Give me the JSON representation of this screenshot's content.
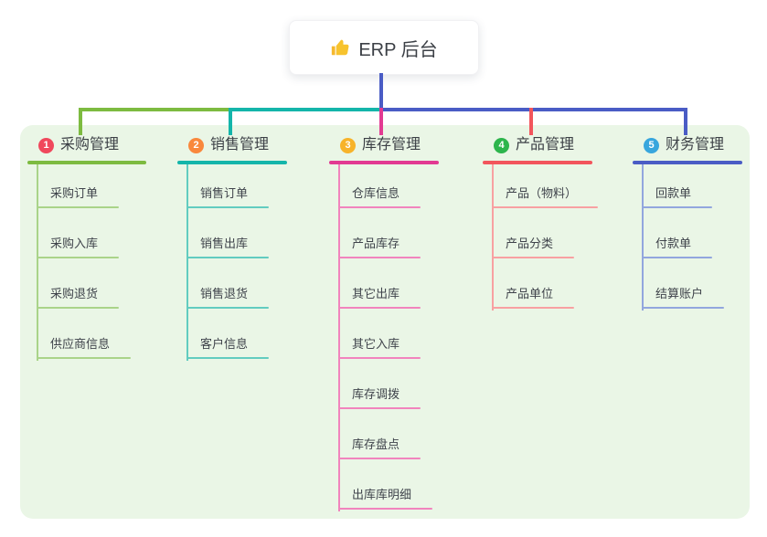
{
  "root": {
    "label": "ERP 后台",
    "icon": "thumbs-up-icon"
  },
  "colors": {
    "panel_bg": "#eaf6e6",
    "root_connector": "#4a5cc5",
    "text": "#3c4046",
    "icon_gold": "#f5b82e"
  },
  "branches": [
    {
      "badge": "1",
      "label": "采购管理",
      "badge_color": "#f0485c",
      "line_color": "#7dbb40",
      "child_line_color": "#aad489",
      "children": [
        "采购订单",
        "采购入库",
        "采购退货",
        "供应商信息"
      ]
    },
    {
      "badge": "2",
      "label": "销售管理",
      "badge_color": "#f9883c",
      "line_color": "#14b5aa",
      "child_line_color": "#62ccc0",
      "children": [
        "销售订单",
        "销售出库",
        "销售退货",
        "客户信息"
      ]
    },
    {
      "badge": "3",
      "label": "库存管理",
      "badge_color": "#f7b32a",
      "line_color": "#e23a92",
      "child_line_color": "#f184bd",
      "children": [
        "仓库信息",
        "产品库存",
        "其它出库",
        "其它入库",
        "库存调拨",
        "库存盘点",
        "出库库明细"
      ]
    },
    {
      "badge": "4",
      "label": "产品管理",
      "badge_color": "#2db54c",
      "line_color": "#f2555c",
      "child_line_color": "#f8a0a2",
      "children": [
        "产品（物料）",
        "产品分类",
        "产品单位"
      ]
    },
    {
      "badge": "5",
      "label": "财务管理",
      "badge_color": "#38a6dd",
      "line_color": "#4a5cc5",
      "child_line_color": "#92a6de",
      "children": [
        "回款单",
        "付款单",
        "结算账户"
      ]
    }
  ]
}
